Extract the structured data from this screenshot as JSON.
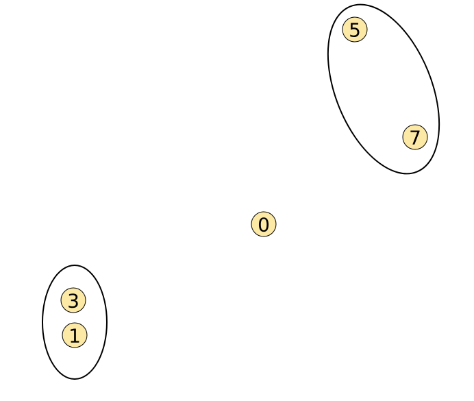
{
  "colors": {
    "node_fill": "#fde9a6",
    "node_stroke": "#000000",
    "group_stroke": "#000000",
    "background": "#ffffff"
  },
  "nodes": [
    {
      "id": "node-5",
      "label": "5"
    },
    {
      "id": "node-7",
      "label": "7"
    },
    {
      "id": "node-0",
      "label": "0"
    },
    {
      "id": "node-3",
      "label": "3"
    },
    {
      "id": "node-1",
      "label": "1"
    }
  ],
  "groups": [
    {
      "id": "group-5-7",
      "members": [
        "5",
        "7"
      ]
    },
    {
      "id": "group-3-1",
      "members": [
        "3",
        "1"
      ]
    }
  ]
}
